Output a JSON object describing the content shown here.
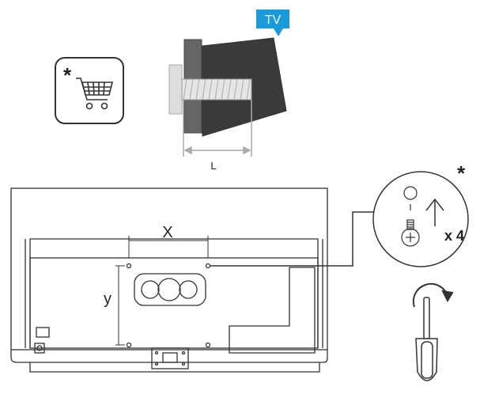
{
  "badge": {
    "tv_label": "TV",
    "color": "#1a9ad9"
  },
  "labels": {
    "length": "L",
    "spacing_horizontal": "X",
    "spacing_vertical": "y",
    "quantity": "x 4",
    "optional_marker": "*"
  },
  "icons": {
    "shopping_cart": "shopping-cart-icon",
    "rotate_arrow": "rotate-arrow-icon",
    "screwdriver": "screwdriver-icon",
    "screw": "screw-icon",
    "up_arrow": "up-arrow-icon"
  },
  "colors": {
    "stroke": "#333333",
    "dark_fill": "#3a3a3a",
    "bracket": "#666666"
  }
}
